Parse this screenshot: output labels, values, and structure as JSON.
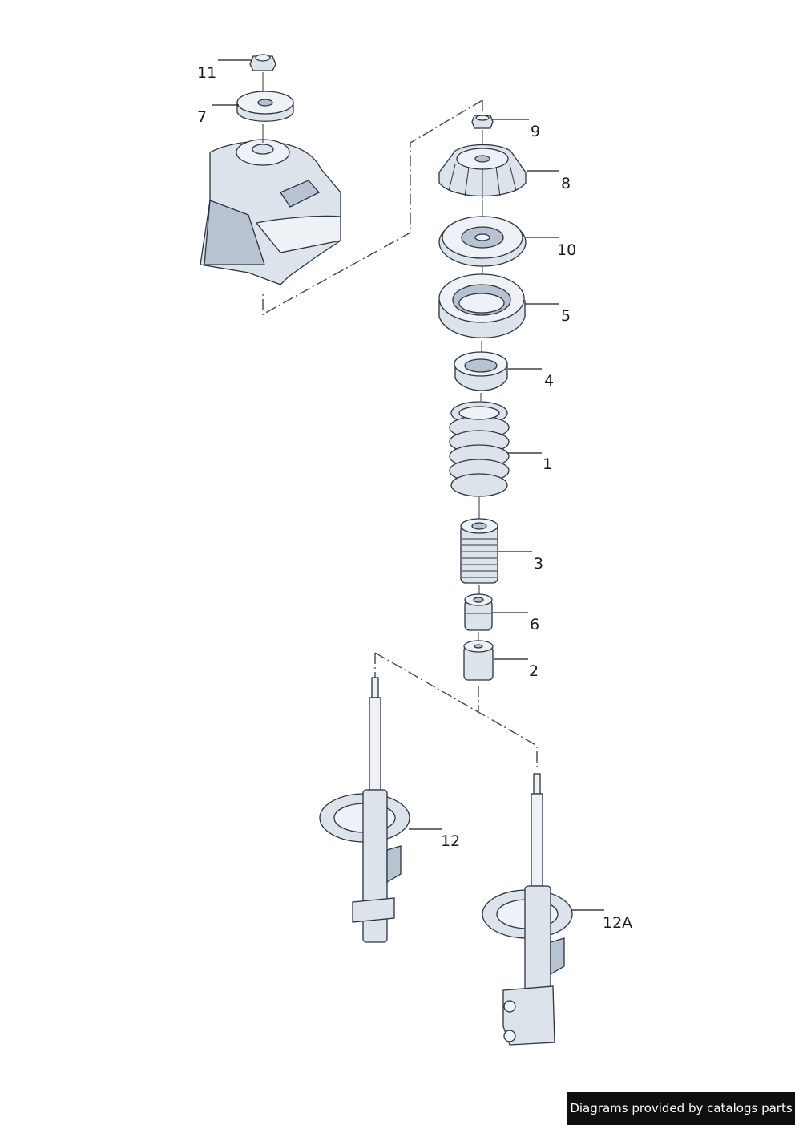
{
  "callouts": [
    {
      "id": "11",
      "label": "11"
    },
    {
      "id": "7",
      "label": "7"
    },
    {
      "id": "9",
      "label": "9"
    },
    {
      "id": "8",
      "label": "8"
    },
    {
      "id": "10",
      "label": "10"
    },
    {
      "id": "5",
      "label": "5"
    },
    {
      "id": "4",
      "label": "4"
    },
    {
      "id": "1",
      "label": "1"
    },
    {
      "id": "3",
      "label": "3"
    },
    {
      "id": "6",
      "label": "6"
    },
    {
      "id": "2",
      "label": "2"
    },
    {
      "id": "12",
      "label": "12"
    },
    {
      "id": "12A",
      "label": "12A"
    }
  ],
  "footer": {
    "text": "Diagrams provided by catalogs parts"
  },
  "colors": {
    "part": "#dde3ea",
    "part_shade": "#b7c3d1",
    "outline": "#2b3440",
    "footer_bg": "#0f0f0f"
  }
}
